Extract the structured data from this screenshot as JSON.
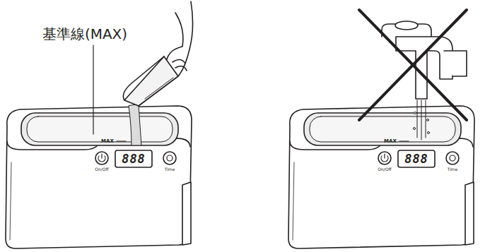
{
  "diagram": {
    "labels": [
      "基準線(MAX)",
      "MAX",
      "888",
      "On/Off",
      "Time",
      "MAX",
      "888",
      "On/Off",
      "Time"
    ]
  }
}
